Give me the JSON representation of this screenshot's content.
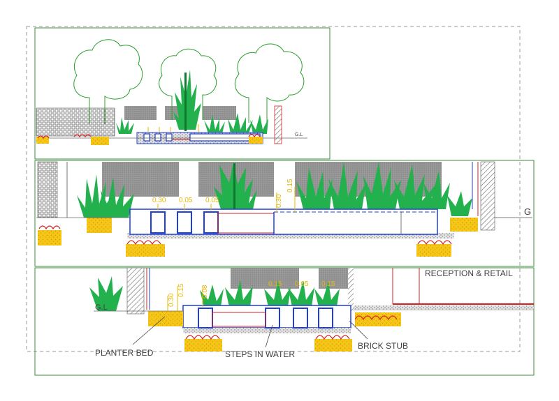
{
  "colors": {
    "frame": "#3e8e3e",
    "foliage": "#22b14c",
    "tree_outline": "#2ca02c",
    "water": "#1f3fd6",
    "brick": "#d62020",
    "sand": "#f5c518",
    "dimension": "#e6b800",
    "gravel": "#8a8a8a",
    "wall_gray": "#9a9a9a",
    "label": "#404040"
  },
  "labels": {
    "ground_level_top": "G.L",
    "ground_level_mid": "G",
    "ground_level_bottom": "G.L",
    "reception_retail": "RECEPTION & RETAIL",
    "planter_bed": "PLANTER BED",
    "steps_in_water": "STEPS IN WATER",
    "brick_stub": "BRICK STUB"
  },
  "dimensions": {
    "mid": [
      "0.30",
      "0.05",
      "0.05",
      "0.30",
      "0.15"
    ],
    "bottom": [
      "0.30",
      "0.15",
      "0.08",
      "0.15",
      "0.05",
      "0.15"
    ]
  }
}
